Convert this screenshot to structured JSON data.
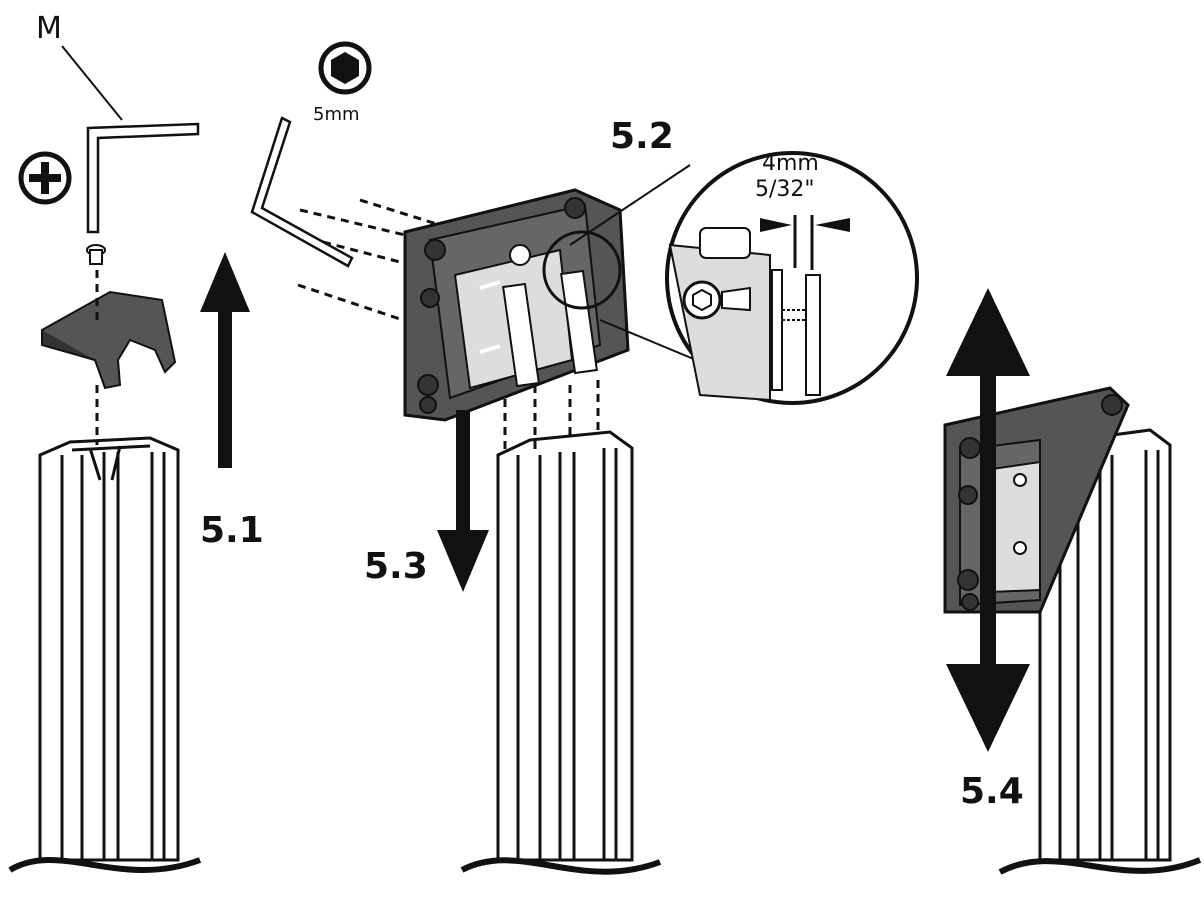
{
  "labels": {
    "part_letter": "M",
    "hex_size": "5mm",
    "step_1": "5.1",
    "step_2": "5.2",
    "step_3": "5.3",
    "step_4": "5.4",
    "gap_metric": "4mm",
    "gap_imperial": "5/32\""
  },
  "icons": {
    "phillips": "phillips-head-icon",
    "hex": "hex-key-icon"
  },
  "colors": {
    "line": "#111111",
    "plate": "#555555",
    "plate_dark": "#333333",
    "column": "#ffffff"
  }
}
